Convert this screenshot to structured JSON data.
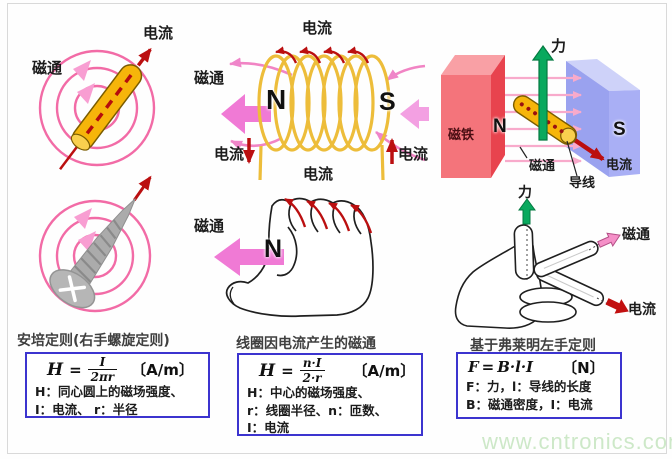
{
  "colors": {
    "flux_pink": "#f26ba6",
    "arrow_magenta": "#f07ad5",
    "current_red": "#bb0f10",
    "conductor_yellow": "#f6b50a",
    "coil_yellow": "#edbd3a",
    "force_green": "#09a95e",
    "magnet_red": "#f4747b",
    "magnet_blue": "#a9aff5",
    "formula_box_border": "#3c34cf",
    "watermark_green": "#cde8c8"
  },
  "labels": {
    "rod": {
      "flux": "磁通",
      "current": "电流"
    },
    "coil": {
      "current_top": "电流",
      "flux": "磁通",
      "pole_n": "N",
      "pole_s": "S",
      "current_left": "电流",
      "current_right": "电流",
      "current_bottom": "电流"
    },
    "magnets": {
      "force": "力",
      "magnet": "磁铁",
      "pole_n": "N",
      "pole_s": "S",
      "flux": "磁通",
      "wire": "导线",
      "current": "电流"
    },
    "right_hand": {
      "flux": "磁通",
      "pole_n": "N"
    },
    "left_hand": {
      "force": "力",
      "flux": "磁通",
      "current": "电流"
    }
  },
  "formulas": {
    "ampere": {
      "title": "安培定则(右手螺旋定则)",
      "lhs": "H",
      "eq": "=",
      "num": "I",
      "den": "2πr",
      "unit": "〔A/m〕",
      "desc": [
        "H：同心圆上的磁场强度、",
        "I：电流、 r：半径"
      ]
    },
    "coil": {
      "title": "线圈因电流产生的磁通",
      "lhs": "H",
      "eq": "=",
      "num": "n·I",
      "den": "2·r",
      "unit": "〔A/m〕",
      "desc": [
        "H：中心的磁场强度、",
        "r：线圈半径、n：匝数、",
        "I：电流"
      ]
    },
    "fleming": {
      "title": "基于弗莱明左手定则",
      "lhs": "F",
      "eq": "=",
      "expr": "B·l·I",
      "unit": "〔N〕",
      "desc": [
        "F：力，l：导线的长度",
        "B：磁通密度，I：电流"
      ]
    }
  },
  "watermark": "www.cntronics.com"
}
